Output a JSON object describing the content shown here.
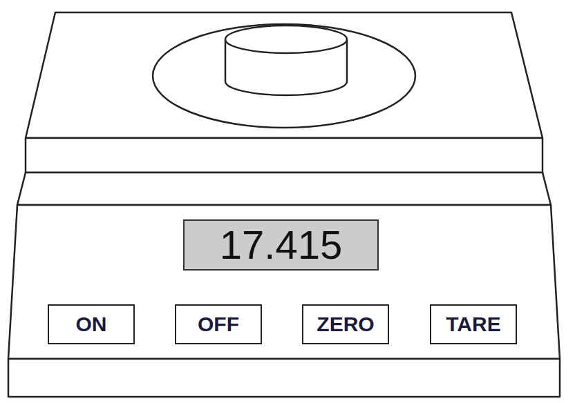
{
  "diagram": {
    "nodes": [
      {
        "text": [
          "17.415"
        ]
      },
      {
        "text": [
          "ON"
        ]
      },
      {
        "text": [
          "OFF"
        ]
      },
      {
        "text": [
          "ZERO"
        ]
      },
      {
        "text": [
          "TARE"
        ]
      }
    ]
  }
}
